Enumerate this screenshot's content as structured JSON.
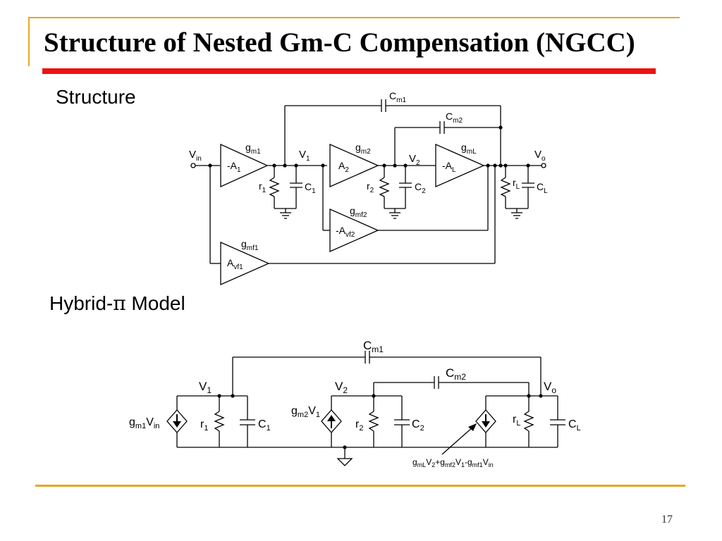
{
  "slide": {
    "title": "Structure of Nested Gm-C Compensation (NGCC)",
    "page_number": "17"
  },
  "structure": {
    "heading": "Structure",
    "vin": "V",
    "vin_sub": "in",
    "v1": "V",
    "v1_sub": "1",
    "v2": "V",
    "v2_sub": "2",
    "vo": "V",
    "vo_sub": "o",
    "cm1": "C",
    "cm1_sub": "m1",
    "cm2": "C",
    "cm2_sub": "m2",
    "gm1": "g",
    "gm1_sub": "m1",
    "gm2": "g",
    "gm2_sub": "m2",
    "gml": "g",
    "gml_sub": "mL",
    "gmf2": "g",
    "gmf2_sub": "mf2",
    "gmf1": "g",
    "gmf1_sub": "mf1",
    "amp1": "-A",
    "amp1_sub": "1",
    "amp2": "A",
    "amp2_sub": "2",
    "ampl": "-A",
    "ampl_sub": "L",
    "ampf2": "-A",
    "ampf2_sub": "vf2",
    "ampf1": "A",
    "ampf1_sub": "vf1",
    "r1": "r",
    "r1_sub": "1",
    "c1": "C",
    "c1_sub": "1",
    "r2": "r",
    "r2_sub": "2",
    "c2": "C",
    "c2_sub": "2",
    "rl": "r",
    "rl_sub": "L",
    "cl": "C",
    "cl_sub": "L"
  },
  "hybrid": {
    "heading_prefix": "Hybrid-",
    "heading_pi": "π",
    "heading_suffix": " Model",
    "cm1": "C",
    "cm1_sub": "m1",
    "cm2": "C",
    "cm2_sub": "m2",
    "v1": "V",
    "v1_sub": "1",
    "v2": "V",
    "v2_sub": "2",
    "vo": "V",
    "vo_sub": "o",
    "src1_g": "g",
    "src1_gsub": "m1",
    "src1_v": "V",
    "src1_vsub": "in",
    "src2_g": "g",
    "src2_gsub": "m2",
    "src2_v": "V",
    "src2_vsub": "1",
    "r1": "r",
    "r1_sub": "1",
    "c1": "C",
    "c1_sub": "1",
    "r2": "r",
    "r2_sub": "2",
    "c2": "C",
    "c2_sub": "2",
    "rl": "r",
    "rl_sub": "L",
    "cl": "C",
    "cl_sub": "L",
    "eq": {
      "t1": "g",
      "t1_sub": "mL",
      "t2": "V",
      "t2_sub": "2",
      "op1": "+",
      "t3": "g",
      "t3_sub": "mf2",
      "t4": "V",
      "t4_sub": "1",
      "op2": "-",
      "t5": "g",
      "t5_sub": "mf1",
      "t6": "V",
      "t6_sub": "in"
    }
  },
  "colors": {
    "frame": "#e4a91f",
    "title_bar": "#ee1111",
    "ink": "#000000"
  }
}
